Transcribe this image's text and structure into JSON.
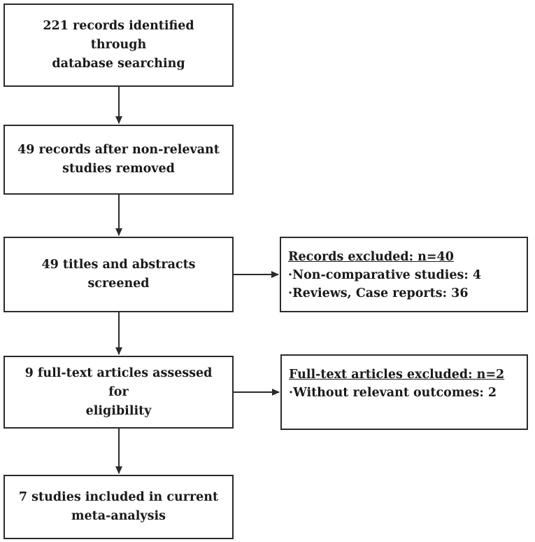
{
  "boxes": {
    "identified": [
      "221 records identified through",
      "database searching"
    ],
    "after_removal": [
      "49 records after non-relevant",
      "studies removed"
    ],
    "screened": [
      "49 titles and abstracts screened"
    ],
    "full_text": [
      "9 full-text articles assessed for",
      "eligibility"
    ],
    "included": [
      "7 studies included in current",
      "meta-analysis"
    ]
  },
  "excluded_records": {
    "heading": "Records excluded: n=40",
    "items": [
      "·Non-comparative studies: 4",
      "·Reviews, Case reports: 36"
    ]
  },
  "excluded_full_text": {
    "heading": "Full-text articles excluded: n=2",
    "items": [
      "·Without relevant outcomes: 2"
    ]
  }
}
